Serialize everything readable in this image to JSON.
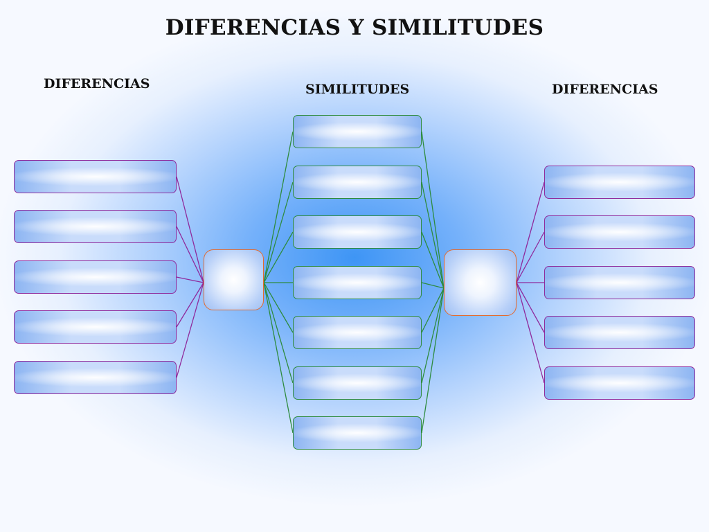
{
  "title": "DIFERENCIAS Y SIMILITUDES",
  "labels": {
    "left": "DIFERENCIAS",
    "middle": "SIMILITUDES",
    "right": "DIFERENCIAS"
  },
  "colors": {
    "background_center": "#3e95f5",
    "background_edge": "#f6f9ff",
    "difference_border": "#8f2a9c",
    "similarity_border": "#2e8b3e",
    "hub_border": "#e56a2e",
    "box_fill": "#a9c6f5"
  }
}
